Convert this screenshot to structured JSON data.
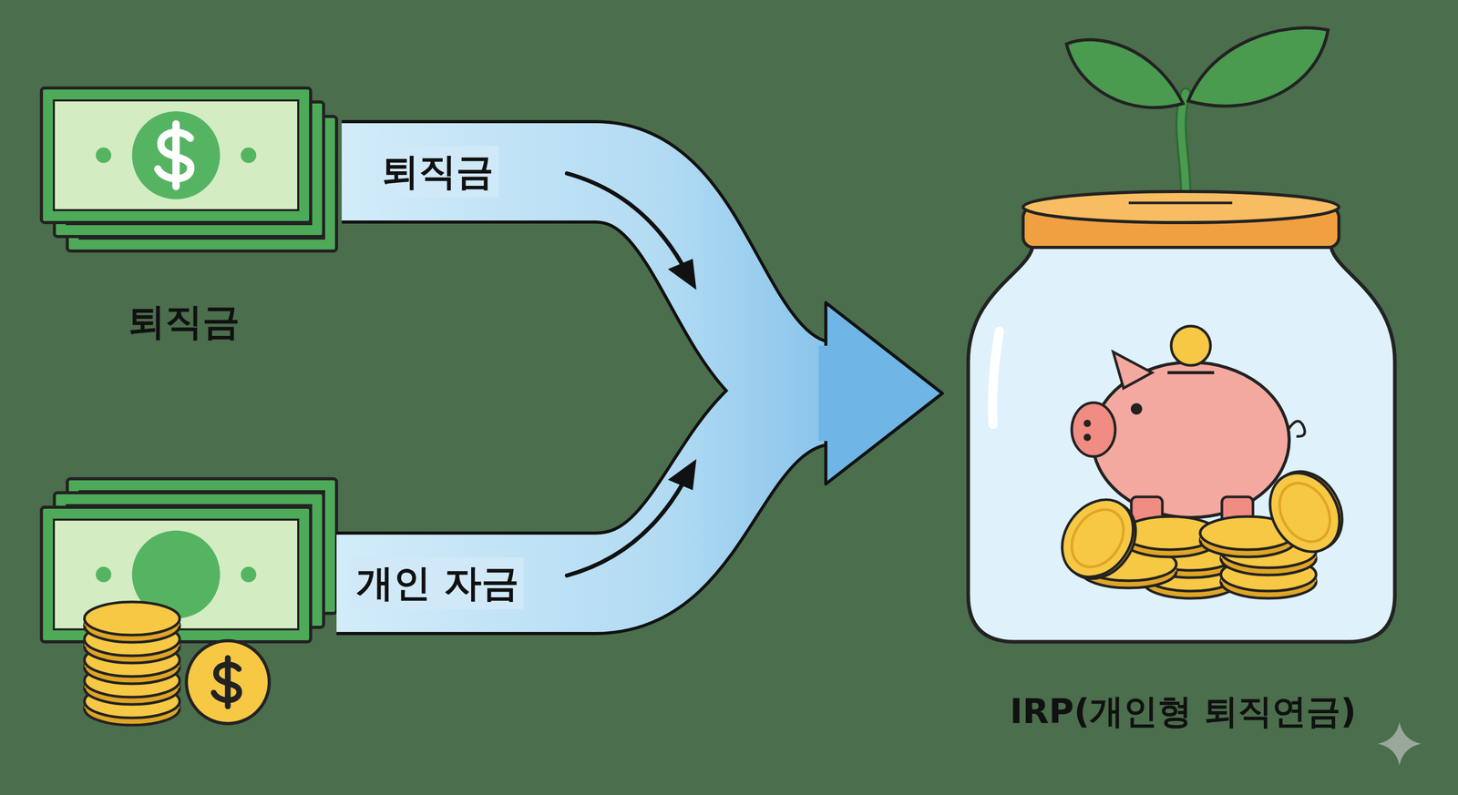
{
  "diagram": {
    "nodes": [
      {
        "text": [
          "퇴직금"
        ]
      },
      {
        "text": []
      },
      {
        "text": [
          "IRP(개인형 퇴직연금)"
        ]
      }
    ],
    "edges": [
      {
        "from": 0,
        "to": 2,
        "arrow": "to",
        "label": "퇴직금"
      },
      {
        "from": 1,
        "to": 2,
        "arrow": "to",
        "label": "개인 자금"
      }
    ]
  }
}
